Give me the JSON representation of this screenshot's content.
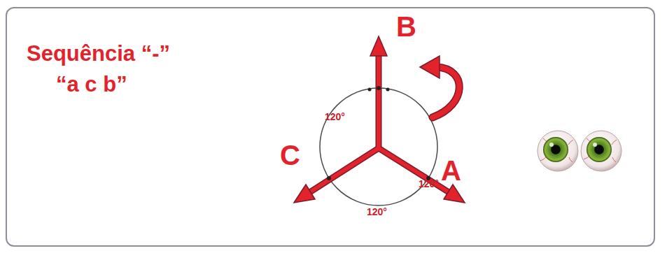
{
  "diagram": {
    "labels": [
      "Sequência “-”",
      "“a c b”",
      "B",
      "120°",
      "120°",
      "C",
      "A",
      "120°"
    ]
  }
}
